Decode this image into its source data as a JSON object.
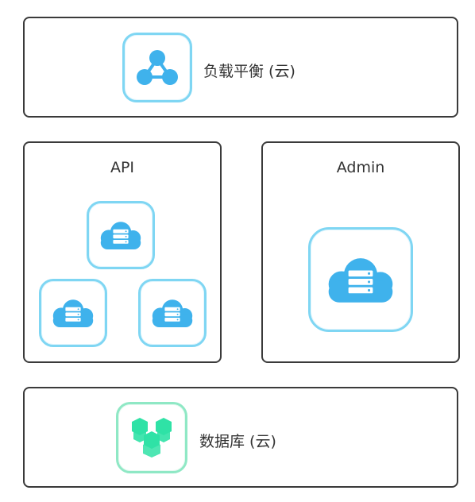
{
  "load_balancer": {
    "label": "负载平衡 (云)",
    "icon": "load-balancer-icon",
    "color": "#3fb2ec"
  },
  "api_group": {
    "title": "API",
    "server_icon": "cloud-server-icon",
    "server_count": 3,
    "color": "#3fb2ec"
  },
  "admin_group": {
    "title": "Admin",
    "server_icon": "cloud-server-icon",
    "server_count": 1,
    "color": "#3fb2ec"
  },
  "database": {
    "label": "数据库 (云)",
    "icon": "database-cluster-icon",
    "color": "#2fe2a6"
  }
}
